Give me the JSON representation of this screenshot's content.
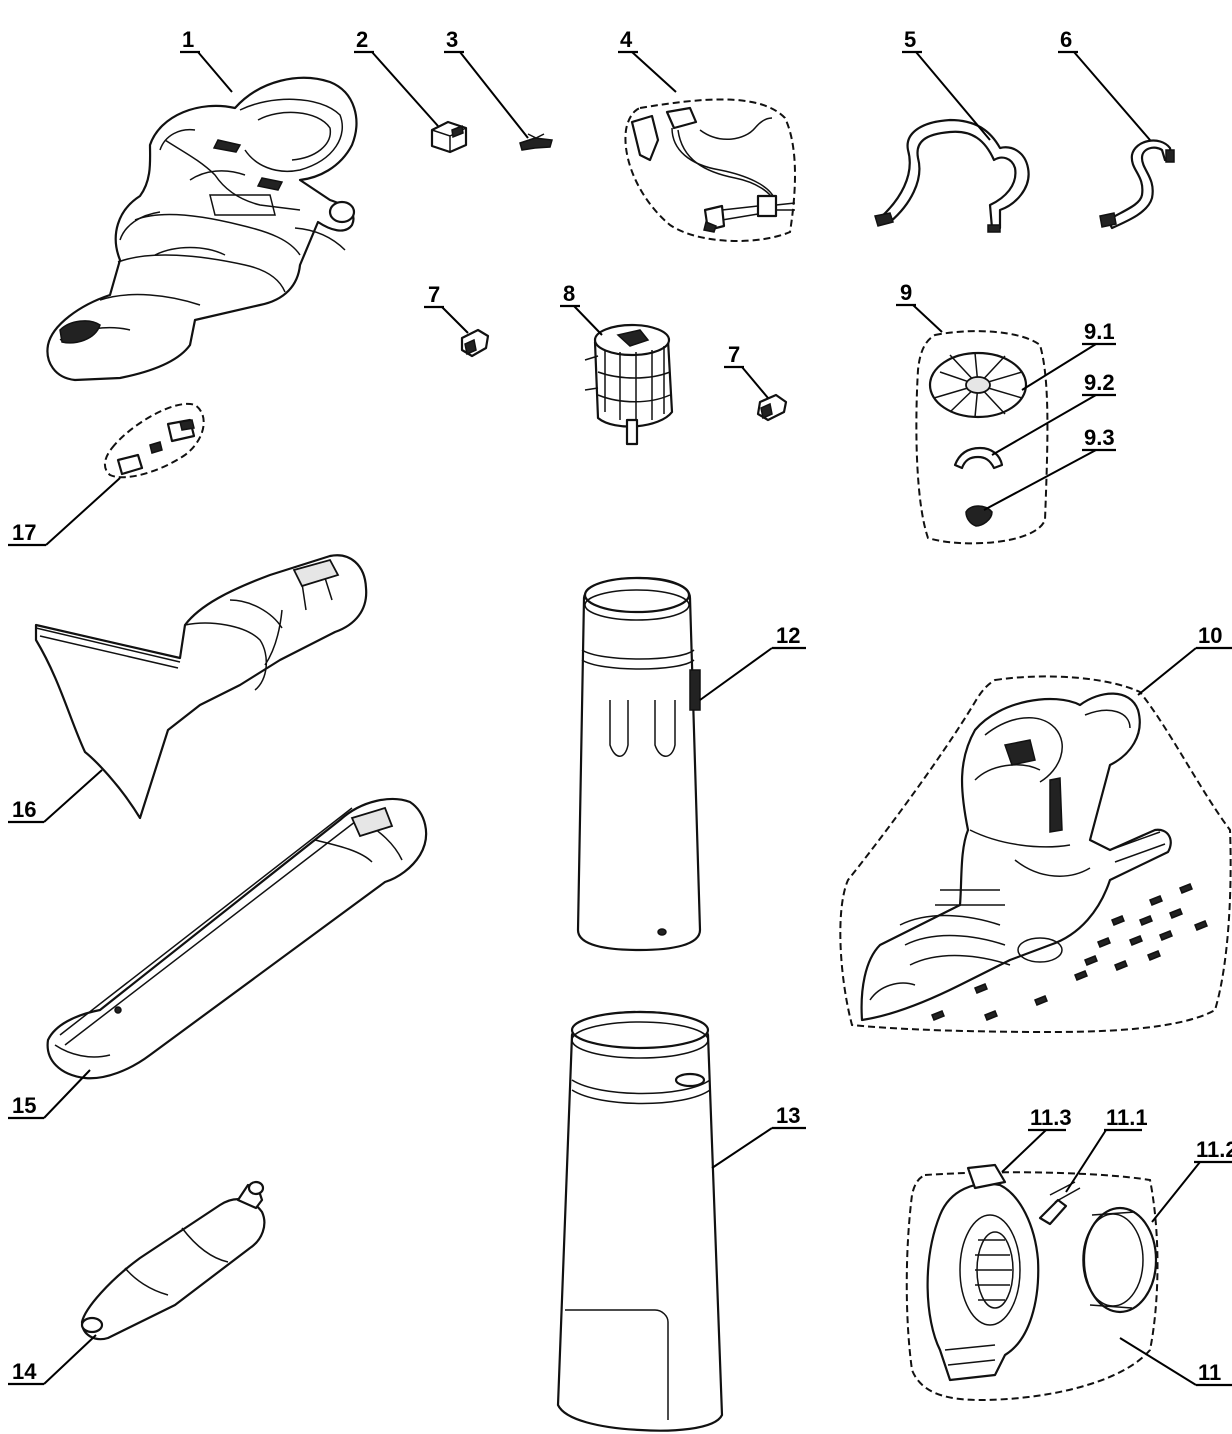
{
  "diagram": {
    "labels": {
      "p1": "1",
      "p2": "2",
      "p3": "3",
      "p4": "4",
      "p5": "5",
      "p6": "6",
      "p7a": "7",
      "p7b": "7",
      "p8": "8",
      "p9": "9",
      "p9_1": "9.1",
      "p9_2": "9.2",
      "p9_3": "9.3",
      "p10": "10",
      "p11": "11",
      "p11_1": "11.1",
      "p11_2": "11.2",
      "p11_3": "11.3",
      "p12": "12",
      "p13": "13",
      "p14": "14",
      "p15": "15",
      "p16": "16",
      "p17": "17"
    }
  }
}
